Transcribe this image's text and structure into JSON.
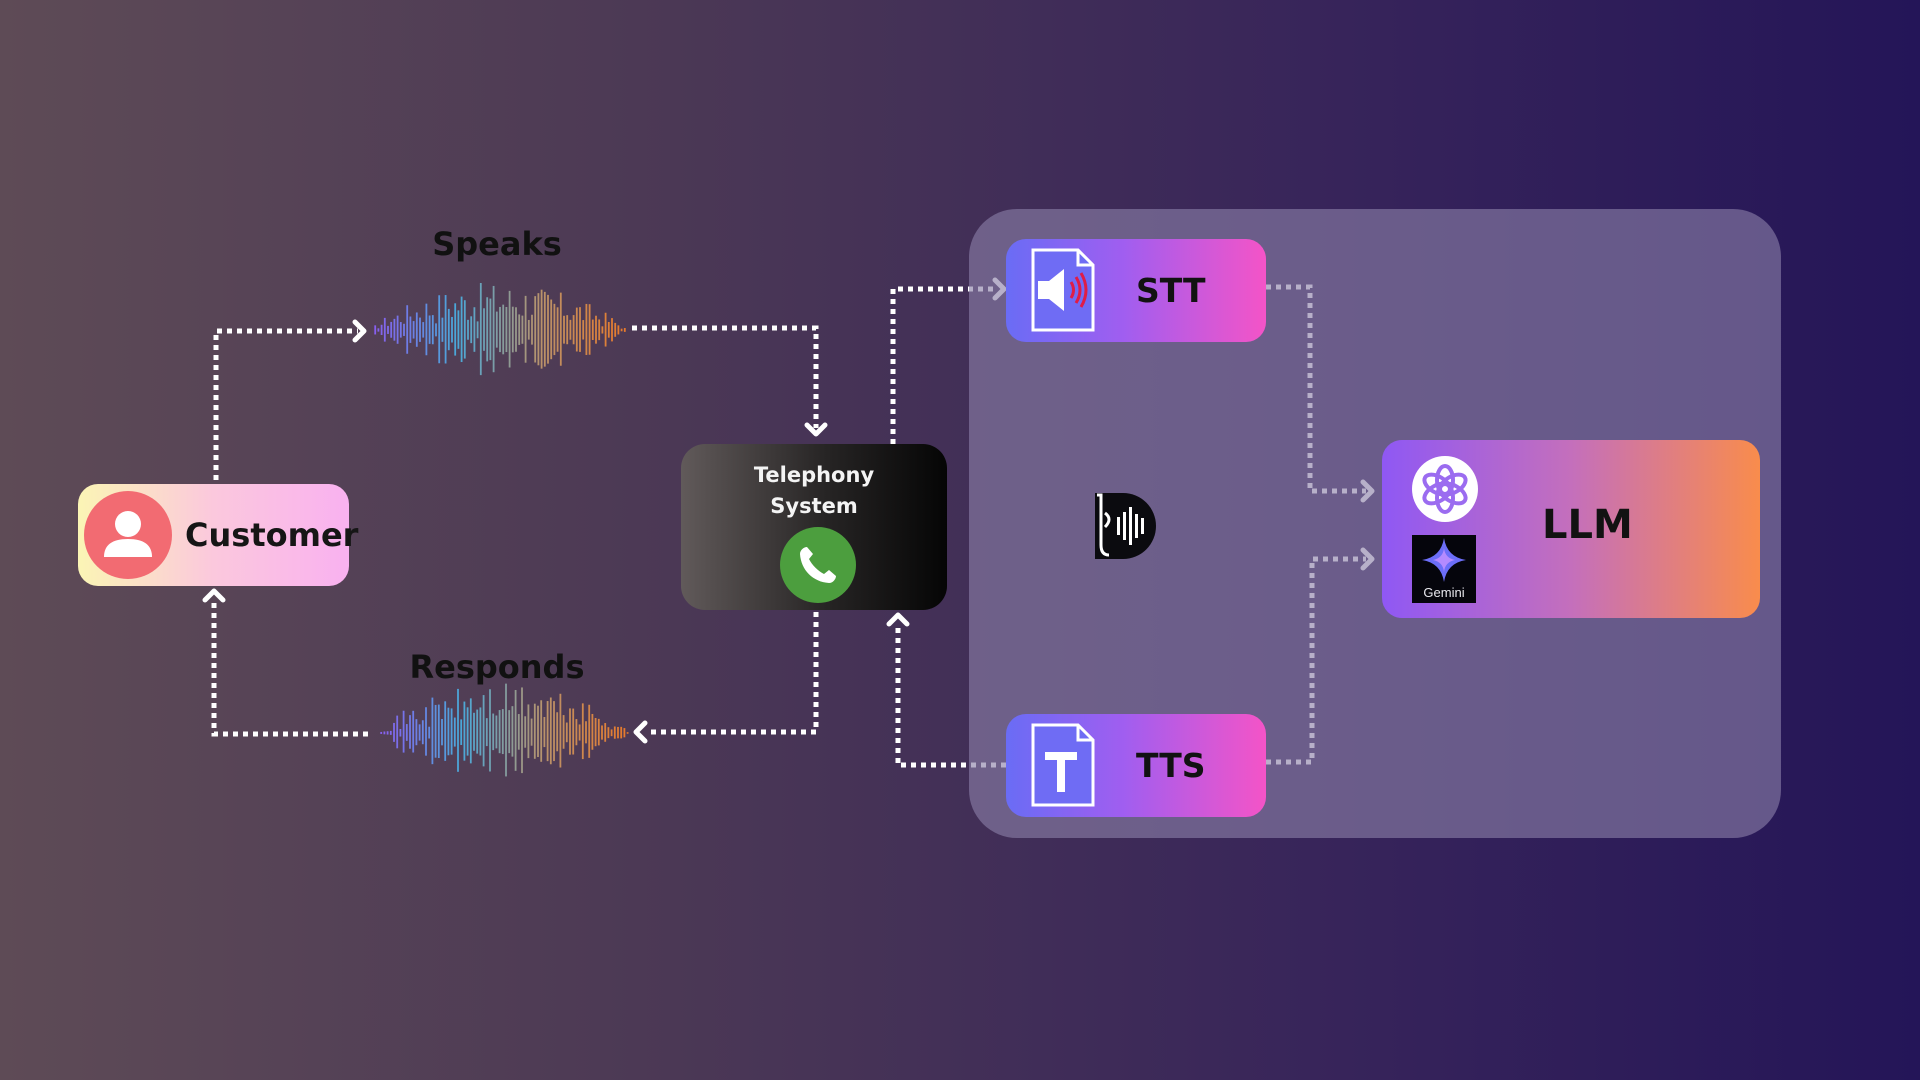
{
  "customer": {
    "label": "Customer",
    "icon": "person-icon",
    "avatar_color": "#f26b72"
  },
  "flow": {
    "speaks_label": "Speaks",
    "responds_label": "Responds"
  },
  "telephony": {
    "label_line1": "Telephony",
    "label_line2": "System",
    "icon": "phone-icon",
    "icon_color": "#4c9e3e"
  },
  "stt": {
    "label": "STT",
    "icon": "speaker-file-icon"
  },
  "tts": {
    "label": "TTS",
    "icon": "text-file-icon"
  },
  "deepgram": {
    "icon": "deepgram-logo-icon"
  },
  "llm": {
    "label": "LLM",
    "icons": [
      "openai-logo-icon",
      "gemini-logo-icon"
    ],
    "gemini_text": "Gemini"
  },
  "colors": {
    "connector": "#ffffff",
    "module_gradient": [
      "#6a6cf5",
      "#a05ef0",
      "#f454c7"
    ],
    "llm_gradient": [
      "#8f58f4",
      "#c46fbc",
      "#f98c4c"
    ],
    "waveform": [
      "#8a5cf0",
      "#4aa8d8",
      "#b9926a",
      "#e87a2a"
    ]
  }
}
